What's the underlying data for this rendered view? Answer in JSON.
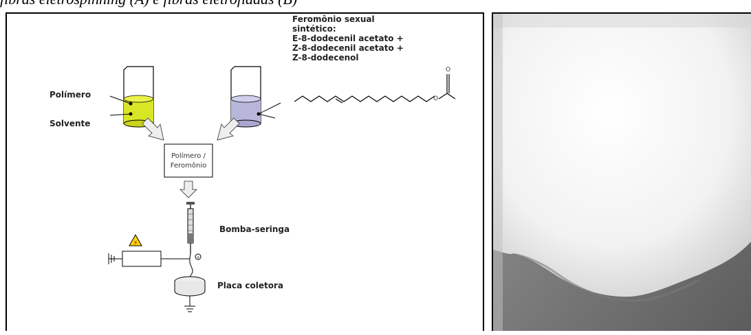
{
  "caption": "fibras eletrospinning (A) e fibras eletrofiadas (B)",
  "diagram": {
    "labels": {
      "polymer": "Polímero",
      "solvent": "Solvente",
      "mix_line1": "Polímero /",
      "mix_line2": "Feromônio",
      "pump": "Bomba-seringa",
      "collector": "Placa coletora",
      "charge_symbol": "+",
      "hv_symbol": "⚡"
    },
    "pheromone_lines": [
      "Feromônio sexual",
      "sintético:",
      "E-8-dodecenil acetato +",
      "Z-8-dodecenil acetato +",
      "Z-8-dodecenol"
    ],
    "molecule_atom": "O",
    "molecule_ester_o": "O",
    "colors": {
      "polymer_solution": "#d9e626",
      "pheromone_solution": "#b7b6da",
      "arrow_fill": "#eeeeee",
      "warning": "#f5d60b"
    }
  },
  "photo": {
    "description_colors": {
      "fiber_mat": "#f1f1f1",
      "background": "#6b6b6b"
    }
  }
}
